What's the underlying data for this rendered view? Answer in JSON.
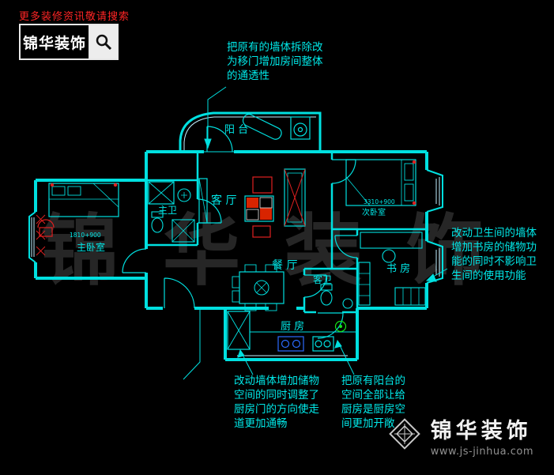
{
  "header": {
    "tagline": "更多装修资讯敬请搜索",
    "brand": "锦华装饰"
  },
  "watermark": "锦华装饰",
  "rooms": {
    "balcony": "阳 台",
    "living": "客 厅",
    "master_bath": "主卫",
    "master_bedroom": "主卧室",
    "master_bedroom_dim": "1810+900",
    "second_bedroom": "次卧室",
    "second_bedroom_dim": "3310+900",
    "dining": "餐 厅",
    "study": "书 房",
    "guest_bath": "客卫",
    "kitchen": "厨 房"
  },
  "annotations": {
    "top": [
      "把原有的墙体拆除改",
      "为移门增加房间整体",
      "的通透性"
    ],
    "right": [
      "改动卫生间的墙体",
      "增加书房的储物功",
      "能的同时不影响卫",
      "生间的使用功能"
    ],
    "bottom_left": [
      "改动墙体增加储物",
      "空间的同时调整了",
      "厨房门的方向使走",
      "道更加通畅"
    ],
    "bottom_middle": [
      "把原有阳台的",
      "空间全部让给",
      "厨房是厨房空",
      "间更加开敞"
    ]
  },
  "footer": {
    "brand": "锦华装饰",
    "url": "www.js-jinhua.com"
  },
  "colors": {
    "wall_cyan": "#00e0e0",
    "text_cyan": "#00e8e8",
    "accent_red": "#e02020",
    "accent_green": "#17e617",
    "accent_blue": "#2b6bff",
    "tagline_red": "#ff2525"
  }
}
